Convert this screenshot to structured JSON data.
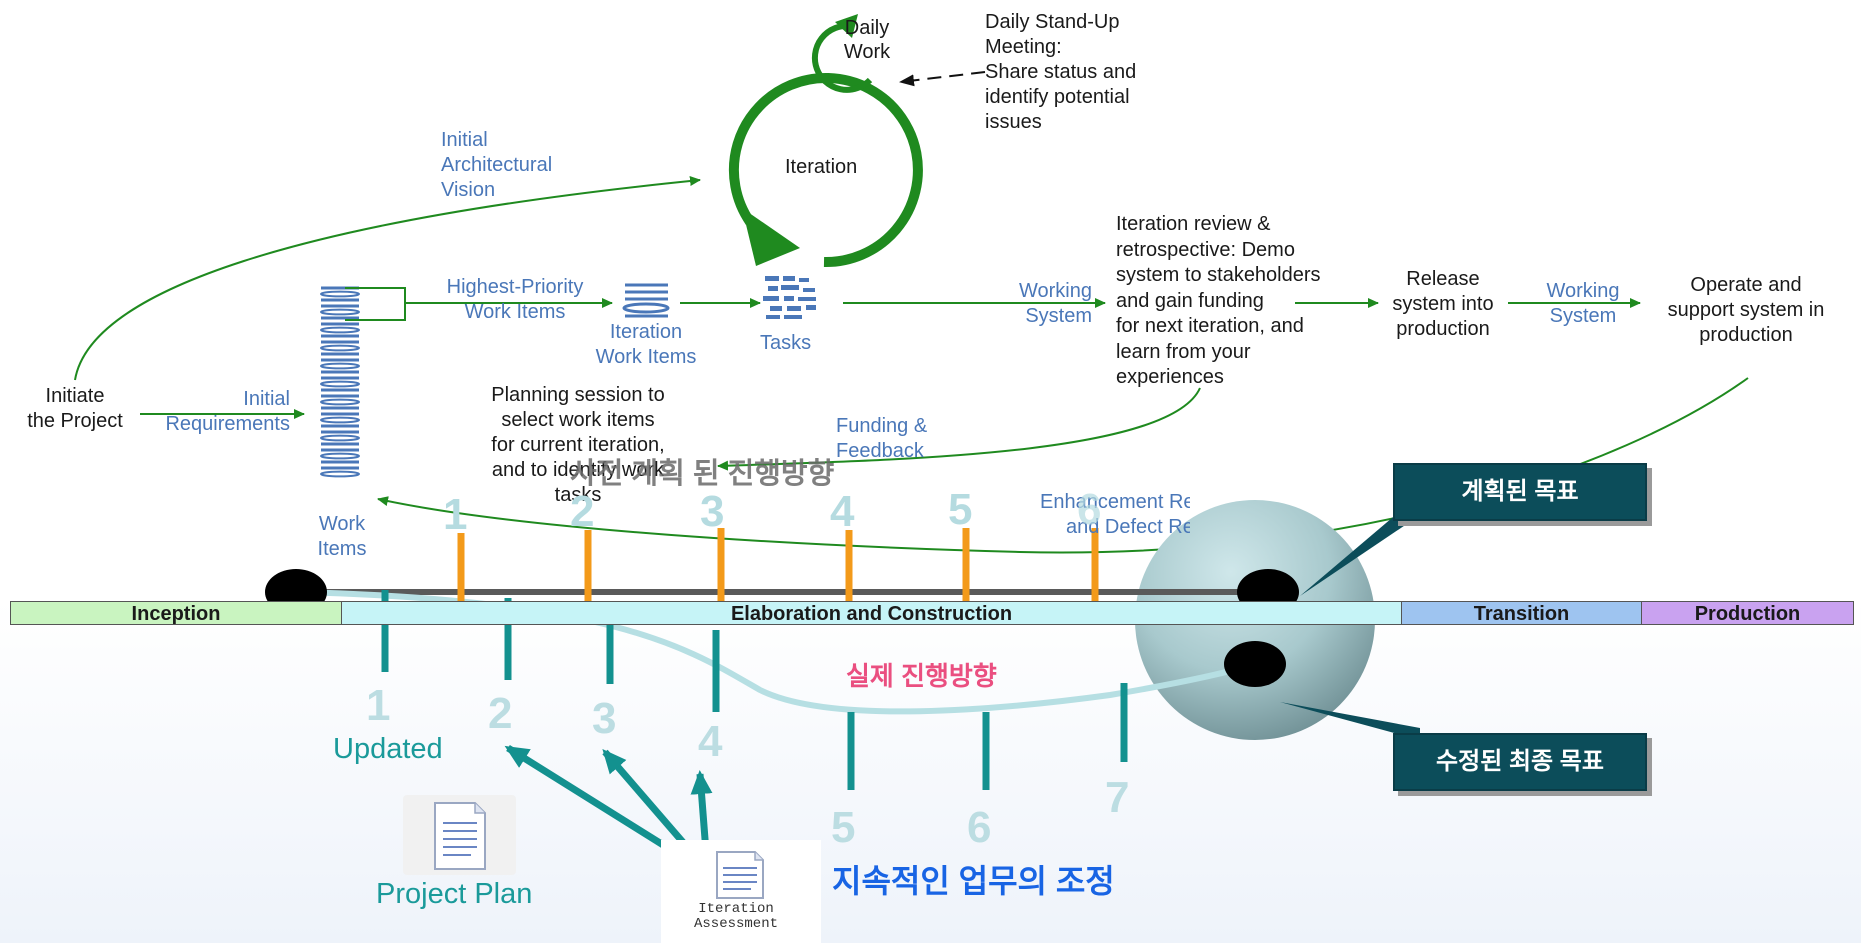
{
  "top_diagram": {
    "daily_work": [
      "Daily",
      "Work"
    ],
    "iteration": "Iteration",
    "standup": [
      "Daily Stand-Up",
      "Meeting:",
      "Share status and",
      "identify potential",
      "issues"
    ],
    "arch_vision": [
      "Initial",
      "Architectural",
      "Vision"
    ],
    "highest_priority": [
      "Highest-Priority",
      "Work Items"
    ],
    "iteration_work_items": [
      "Iteration",
      "Work Items"
    ],
    "tasks": "Tasks",
    "working_system_1": [
      "Working",
      "System"
    ],
    "review": [
      "Iteration review &",
      "retrospective: Demo",
      "system to stakeholders",
      "and gain funding",
      "for next iteration, and",
      "learn from your",
      "experiences"
    ],
    "release": [
      "Release",
      "system into",
      "production"
    ],
    "working_system_2": [
      "Working",
      "System"
    ],
    "operate": [
      "Operate and",
      "support system in",
      "production"
    ],
    "initiate": [
      "Initiate",
      "the Project"
    ],
    "initial_requirements": [
      "Initial",
      "Requirements"
    ],
    "planning": [
      "Planning session to",
      "select work items",
      "for current iteration,",
      "and to identify work",
      "tasks"
    ],
    "funding": [
      "Funding &",
      "Feedback"
    ],
    "enhancement": [
      "Enhancement Requests",
      "and Defect Reports"
    ],
    "work_items": [
      "Work",
      "Items"
    ]
  },
  "overlay": {
    "planned_direction": "사전 계획 된 진행방향",
    "actual_direction": "실제 진행방향",
    "continuous_adjustment": "지속적인 업무의 조정",
    "planned_goal": "계획된 목표",
    "revised_goal": "수정된 최종 목표",
    "updated": "Updated",
    "project_plan": "Project Plan",
    "iteration_assessment": [
      "Iteration",
      "Assessment"
    ],
    "top_numbers": [
      "1",
      "2",
      "3",
      "4",
      "5",
      "6"
    ],
    "bottom_numbers": [
      "1",
      "2",
      "3",
      "4",
      "5",
      "6",
      "7"
    ]
  },
  "phases": {
    "inception": "Inception",
    "elaboration": "Elaboration and Construction",
    "transition": "Transition",
    "production": "Production"
  },
  "colors": {
    "green": "#1f8a1f",
    "doc_blue": "#4a77b8",
    "orange": "#f39a1a",
    "teal": "#1a9a9a",
    "callout": "#0c4d5a",
    "inception_bg": "#c9f4c0",
    "elaboration_bg": "#c6f4f7",
    "transition_bg": "#9ec4f0",
    "production_bg": "#c9a2f0"
  }
}
